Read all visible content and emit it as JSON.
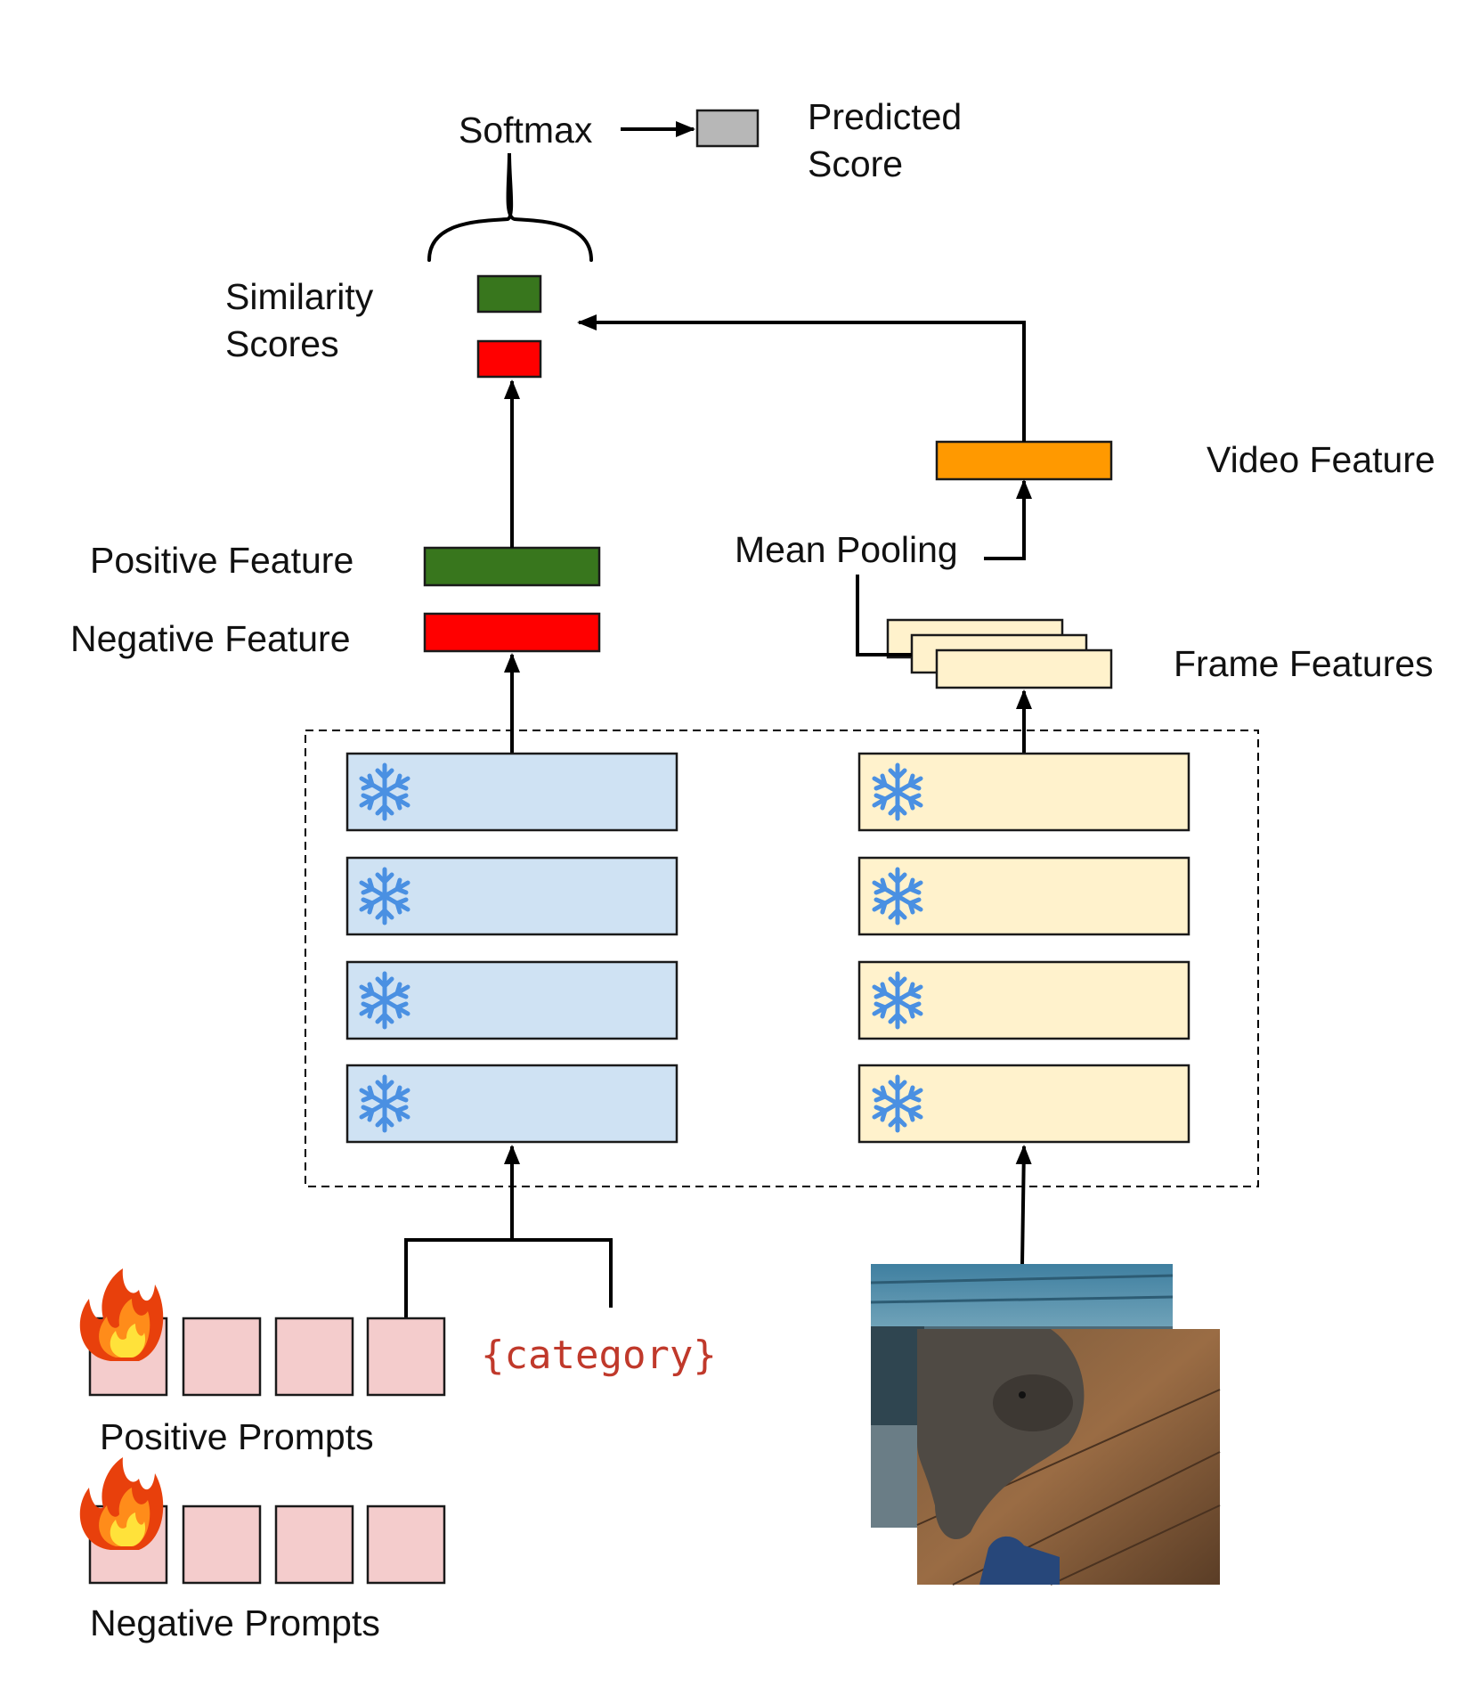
{
  "colors": {
    "positive": "#38761d",
    "negative": "#ff0000",
    "video": "#ff9900",
    "frame": "#fff2cc",
    "text_encoder": "#cfe2f3",
    "prompt_token": "#f4cccc",
    "predicted": "#b7b7b7",
    "snowflake": "#4a90e2",
    "placeholder": "#c0392b"
  },
  "labels": {
    "softmax": "Softmax",
    "predicted_score": [
      "Predicted",
      "Score"
    ],
    "similarity_scores": [
      "Similarity",
      "Scores"
    ],
    "video_feature": "Video Feature",
    "positive_feature": "Positive Feature",
    "negative_feature": "Negative Feature",
    "mean_pooling": "Mean Pooling",
    "frame_features": "Frame Features",
    "category": "{category}",
    "positive_prompts": "Positive Prompts",
    "negative_prompts": "Negative Prompts"
  },
  "icons": {
    "frozen": "snowflake-icon",
    "trainable": "flame-icon",
    "grouping": "curly-brace"
  },
  "encoders": {
    "text_layers": 4,
    "video_layers": 4,
    "frozen": true
  },
  "prompts": {
    "positive_tokens": 4,
    "negative_tokens": 4,
    "trainable": true
  },
  "frames_shown": 2
}
